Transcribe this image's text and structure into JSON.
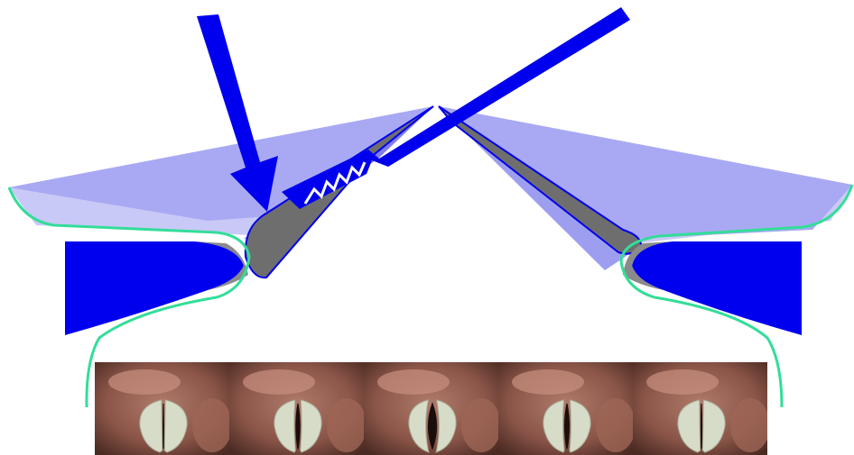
{
  "colors": {
    "flow_arrow": "#0000ee",
    "muscle": "#0000ee",
    "tissue_light": "#c9c9f7",
    "tissue_mid": "#9e9ef0",
    "fold_gray": "#6e6e6e",
    "mucosa_outline": "#33dd99",
    "endoscopy_bg": "#8a5548",
    "vocal_fold_white": "#d7dcc8"
  },
  "diagram": {
    "arrows": [
      {
        "name": "subglottal-pressure-arrow",
        "icon": "thick-down-arrow"
      },
      {
        "name": "airflow-arrow",
        "icon": "zigzag-arrow"
      }
    ],
    "zigzag_teeth": 5
  },
  "frames": [
    {
      "phase": "closed",
      "glottal_opening": 0.05
    },
    {
      "phase": "opening",
      "glottal_opening": 0.35
    },
    {
      "phase": "open",
      "glottal_opening": 0.75
    },
    {
      "phase": "closing",
      "glottal_opening": 0.4
    },
    {
      "phase": "closed",
      "glottal_opening": 0.08
    }
  ]
}
